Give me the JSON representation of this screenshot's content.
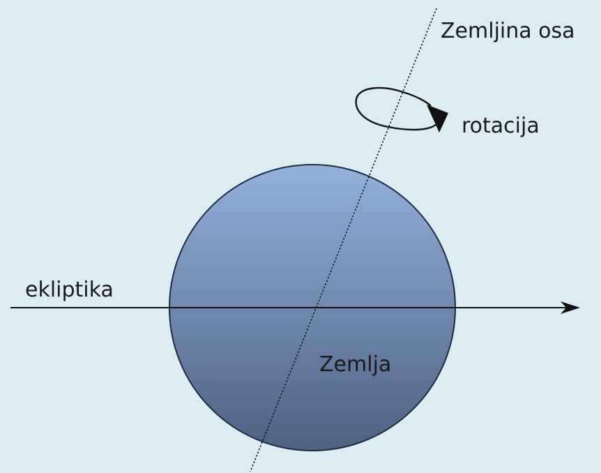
{
  "labels": {
    "axis": "Zemljina osa",
    "rotation": "rotacija",
    "ecliptic": "ekliptika",
    "earth": "Zemlja"
  },
  "colors": {
    "background": "#dbecf3",
    "earth_top": "#8facd6",
    "earth_bottom": "#4f6484",
    "line": "#111111"
  }
}
